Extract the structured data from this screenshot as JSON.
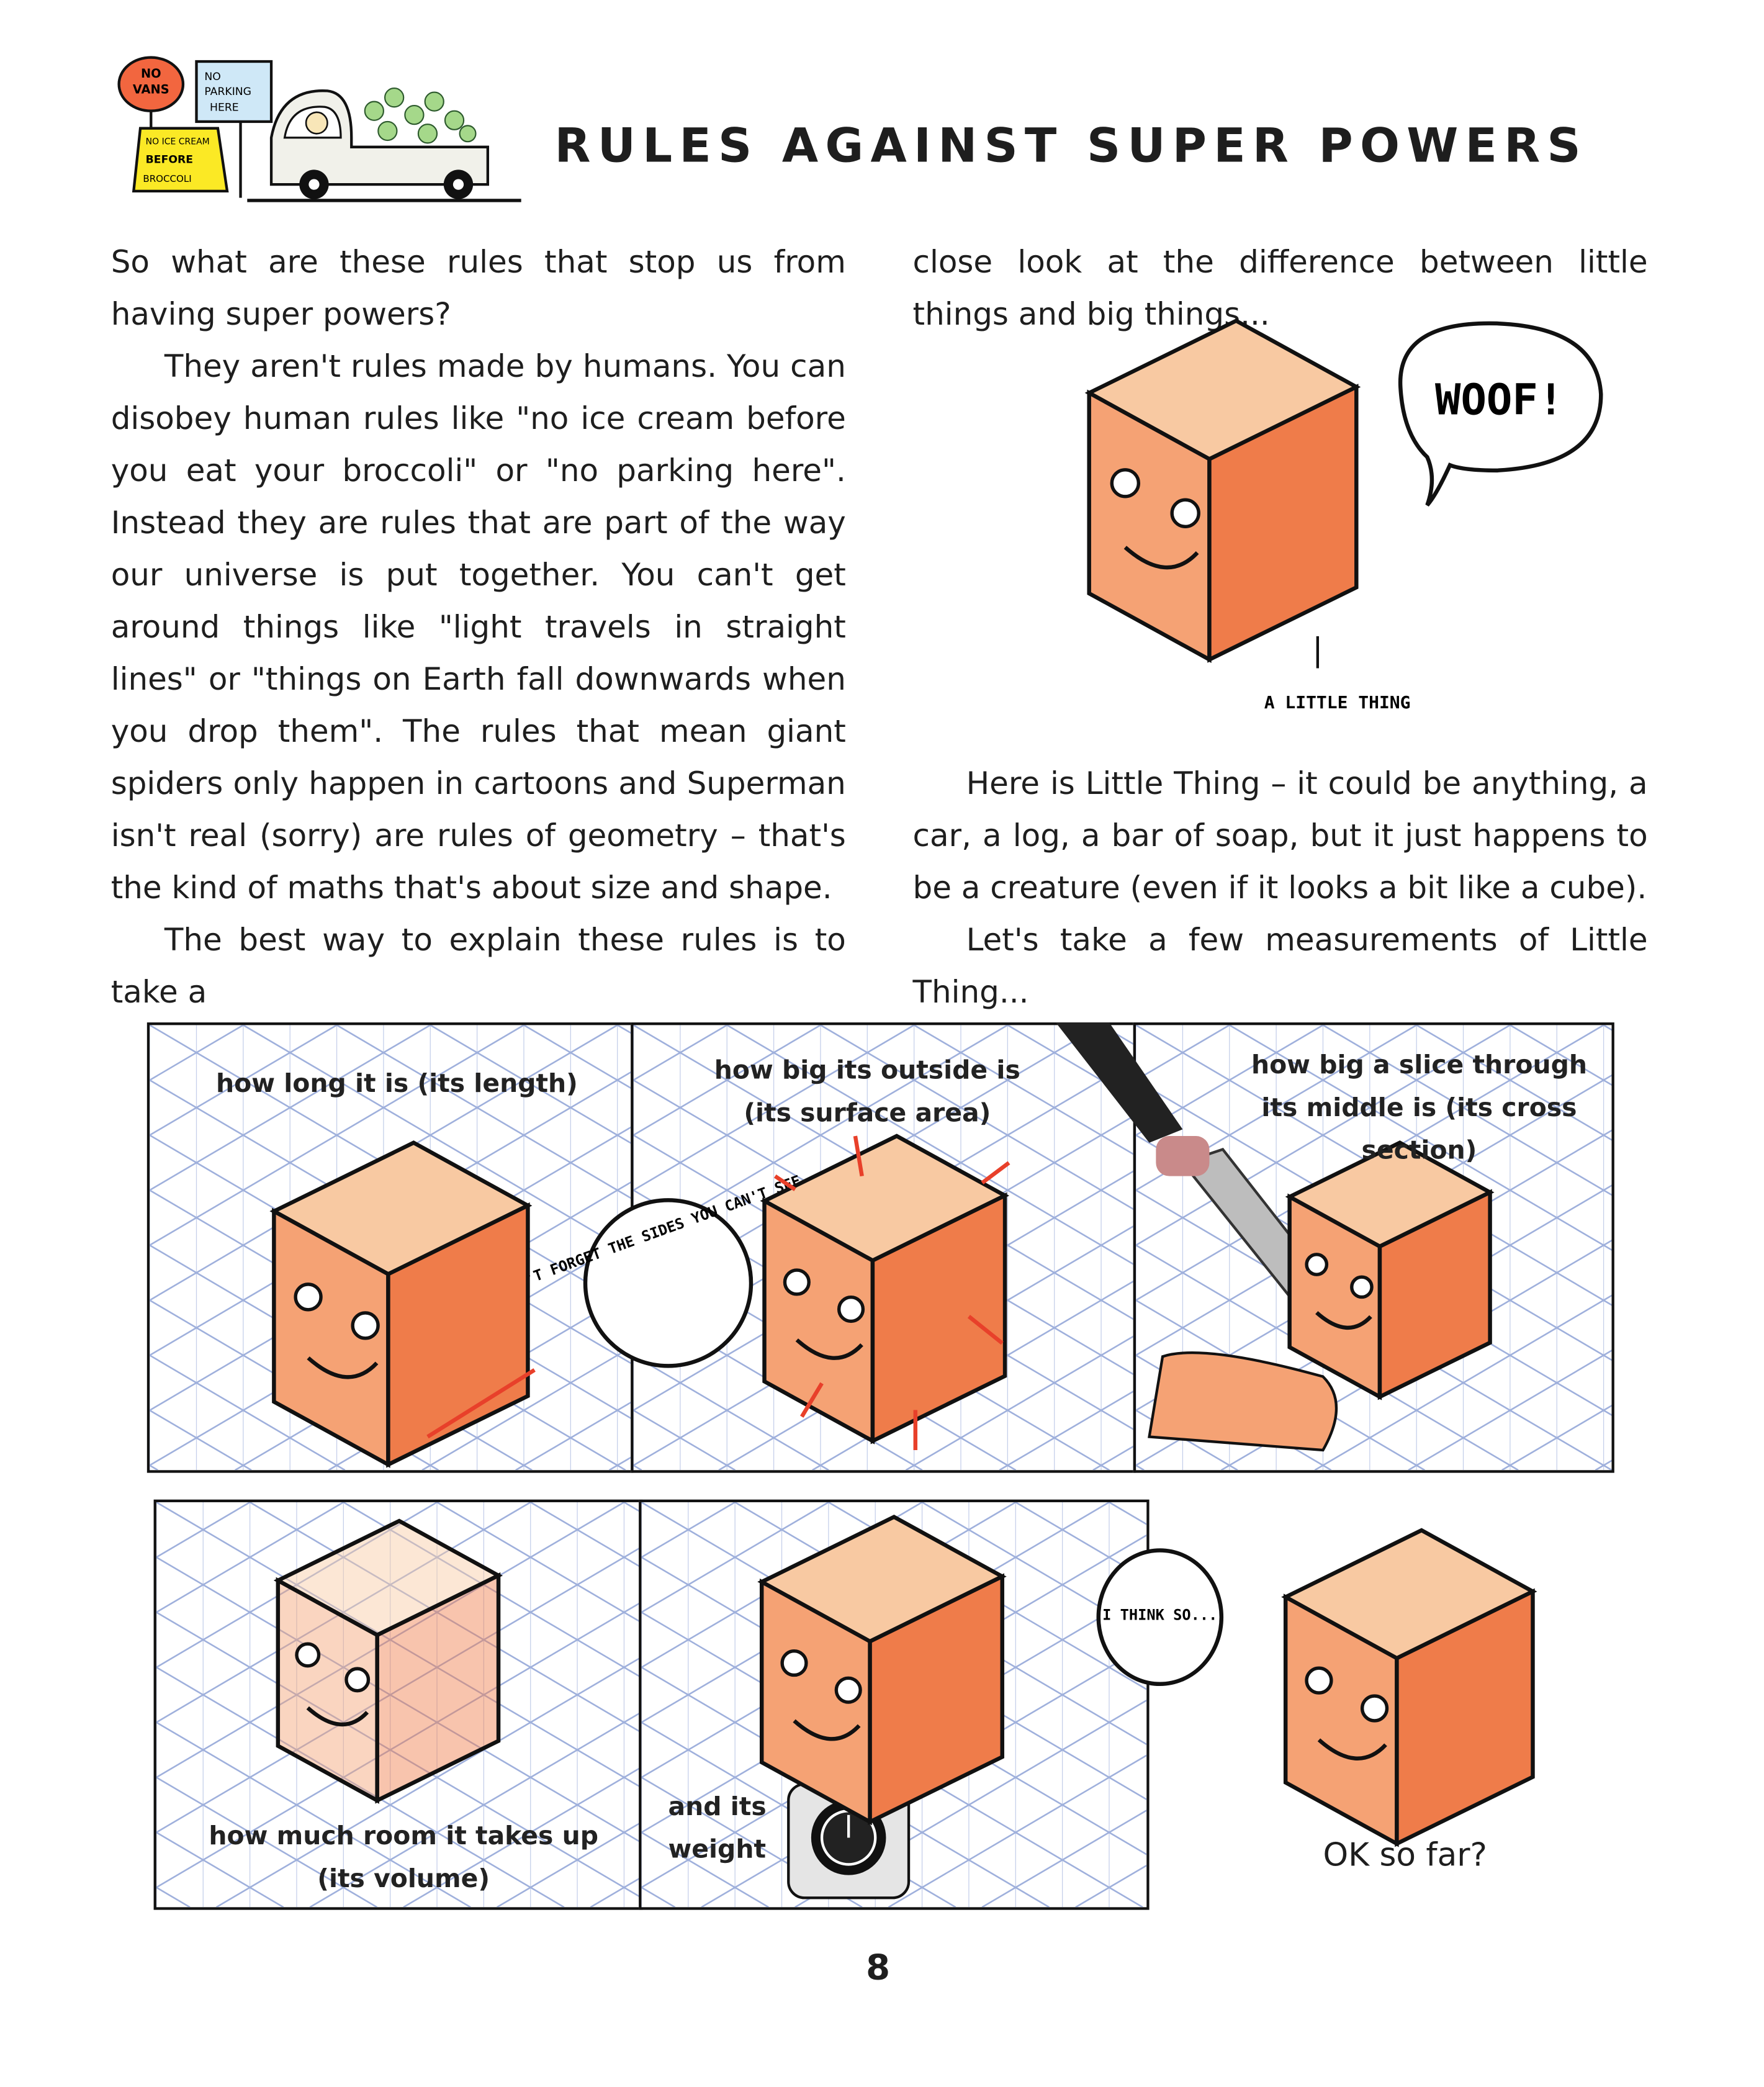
{
  "header": {
    "title": "RULES AGAINST SUPER POWERS",
    "signs": {
      "no_vans": "NO VANS",
      "no_parking": "NO PARKING HERE",
      "no_ice_cream": "NO ICE CREAM BEFORE BROCCOLI"
    }
  },
  "left_column": {
    "paragraphs": [
      "So what are these rules that stop us from having super powers?",
      "They aren't rules made by humans. You can disobey human rules like \"no ice cream before you eat your broccoli\" or \"no parking here\". Instead they are rules that are part of the way our universe is put together. You can't get around things like \"light travels in straight lines\" or \"things on Earth fall downwards when you drop them\". The rules that mean giant spiders only happen in cartoons and Superman isn't real (sorry) are rules of geometry – that's the kind of maths that's about size and shape.",
      "The best way to explain these rules is to take a"
    ]
  },
  "right_column": {
    "intro": "close look at the difference between little things and big things...",
    "speech_woof": "WOOF!",
    "label_little_thing": "A LITTLE THING",
    "paragraphs": [
      "Here is Little Thing – it could be anything, a car, a log, a bar of soap, but it just happens to be a creature (even if it looks a bit like a cube).",
      "Let's take a few measurements of Little Thing..."
    ]
  },
  "panels": [
    {
      "caption": "how long it is (its length)"
    },
    {
      "caption": "how big its outside is (its surface area)",
      "bubble": "DON'T FORGET THE SIDES YOU CAN'T SEE"
    },
    {
      "caption": "how big a slice through its middle is (its cross section)"
    },
    {
      "caption": "how much room it takes up (its volume)"
    },
    {
      "caption": "and its weight",
      "bubble": "I THINK SO..."
    }
  ],
  "closing": "OK so far?",
  "page_number": "8",
  "colors": {
    "cube_top": "#f8c9a2",
    "cube_front": "#f5a274",
    "cube_side": "#ef7c4a",
    "grid": "#9fb0dc",
    "arrow": "#e8402a"
  }
}
